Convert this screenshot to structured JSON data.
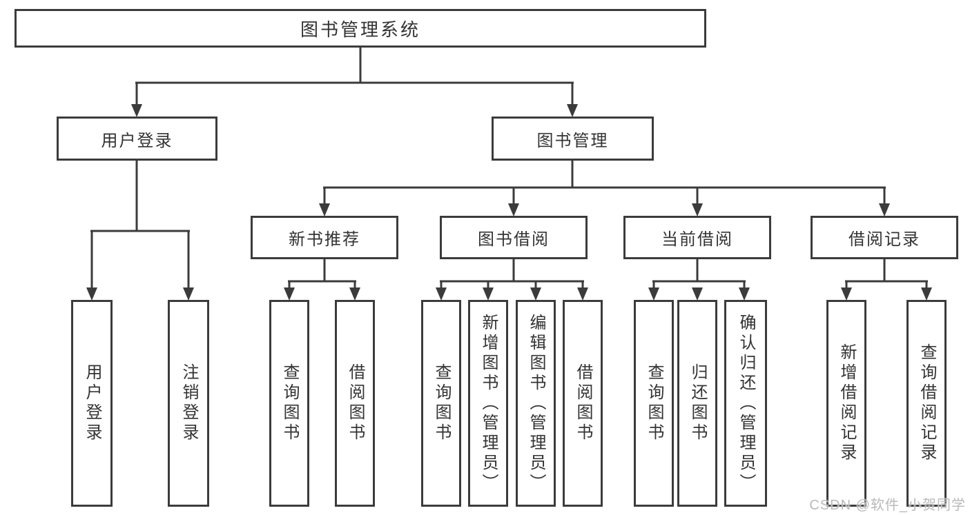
{
  "tree": {
    "root": "图书管理系统",
    "level2": [
      "用户登录",
      "图书管理"
    ],
    "level3": [
      "新书推荐",
      "图书借阅",
      "当前借阅",
      "借阅记录"
    ],
    "leaves_user_login": [
      "用户登录",
      "注销登录"
    ],
    "leaves_new_book": [
      "查询图书",
      "借阅图书"
    ],
    "leaves_book_borrow": [
      "查询图书",
      "新增图书（管理员）",
      "编辑图书（管理员）",
      "借阅图书"
    ],
    "leaves_current": [
      "查询图书",
      "归还图书",
      "确认归还（管理员）"
    ],
    "leaves_records": [
      "新增借阅记录",
      "查询借阅记录"
    ]
  },
  "watermark": "CSDN @软件_小贺同学",
  "colors": {
    "line": "#3b3b3b",
    "text": "#333333",
    "watermark": "#b9b9b9",
    "background": "#ffffff"
  }
}
